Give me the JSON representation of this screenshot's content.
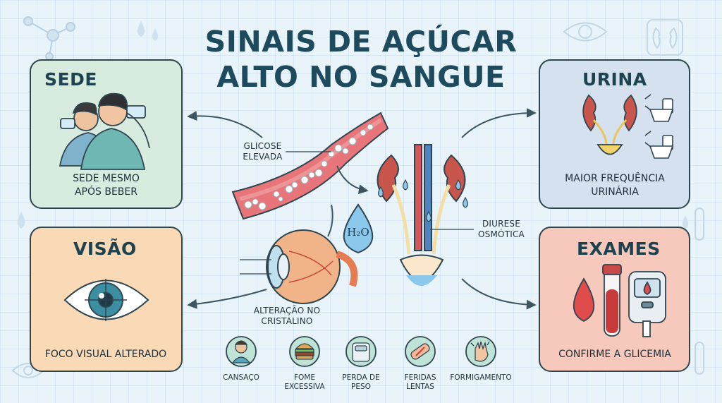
{
  "title": {
    "line1": "SINAIS DE AÇÚCAR",
    "line2": "ALTO NO SANGUE"
  },
  "panels": {
    "sede": {
      "title": "SEDE",
      "caption_line1": "SEDE MESMO",
      "caption_line2": "APÓS BEBER",
      "color": "#d7ecdf"
    },
    "urina": {
      "title": "URINA",
      "caption_line1": "MAIOR FREQUÊNCIA",
      "caption_line2": "URINÁRIA",
      "color": "#d6e1ef"
    },
    "visao": {
      "title": "VISÃO",
      "caption_line1": "FOCO VISUAL ALTERADO",
      "color": "#f9d9b6"
    },
    "exames": {
      "title": "EXAMES",
      "caption_line1": "CONFIRME A GLICEMIA",
      "color": "#f7c9bd"
    }
  },
  "center": {
    "glicose_line1": "GLICOSE",
    "glicose_line2": "ELEVADA",
    "diurese_line1": "DIURESE",
    "diurese_line2": "OSMÓTICA",
    "cristalino_line1": "ALTERAÇÃO NO",
    "cristalino_line2": "CRISTALINO",
    "water_symbol": "H₂O"
  },
  "symptoms": [
    {
      "icon": "tired-person-icon",
      "line1": "CANSAÇO",
      "line2": ""
    },
    {
      "icon": "burger-icon",
      "line1": "FOME",
      "line2": "EXCESSIVA"
    },
    {
      "icon": "scale-icon",
      "line1": "PERDA DE",
      "line2": "PESO"
    },
    {
      "icon": "bandage-icon",
      "line1": "FERIDAS",
      "line2": "LENTAS"
    },
    {
      "icon": "tingling-hand-icon",
      "line1": "FORMIGAMENTO",
      "line2": ""
    }
  ],
  "colors": {
    "title": "#1d4a5c",
    "blood": "#e85c5c",
    "kidney": "#c9564c",
    "water": "#7fb8e6"
  }
}
